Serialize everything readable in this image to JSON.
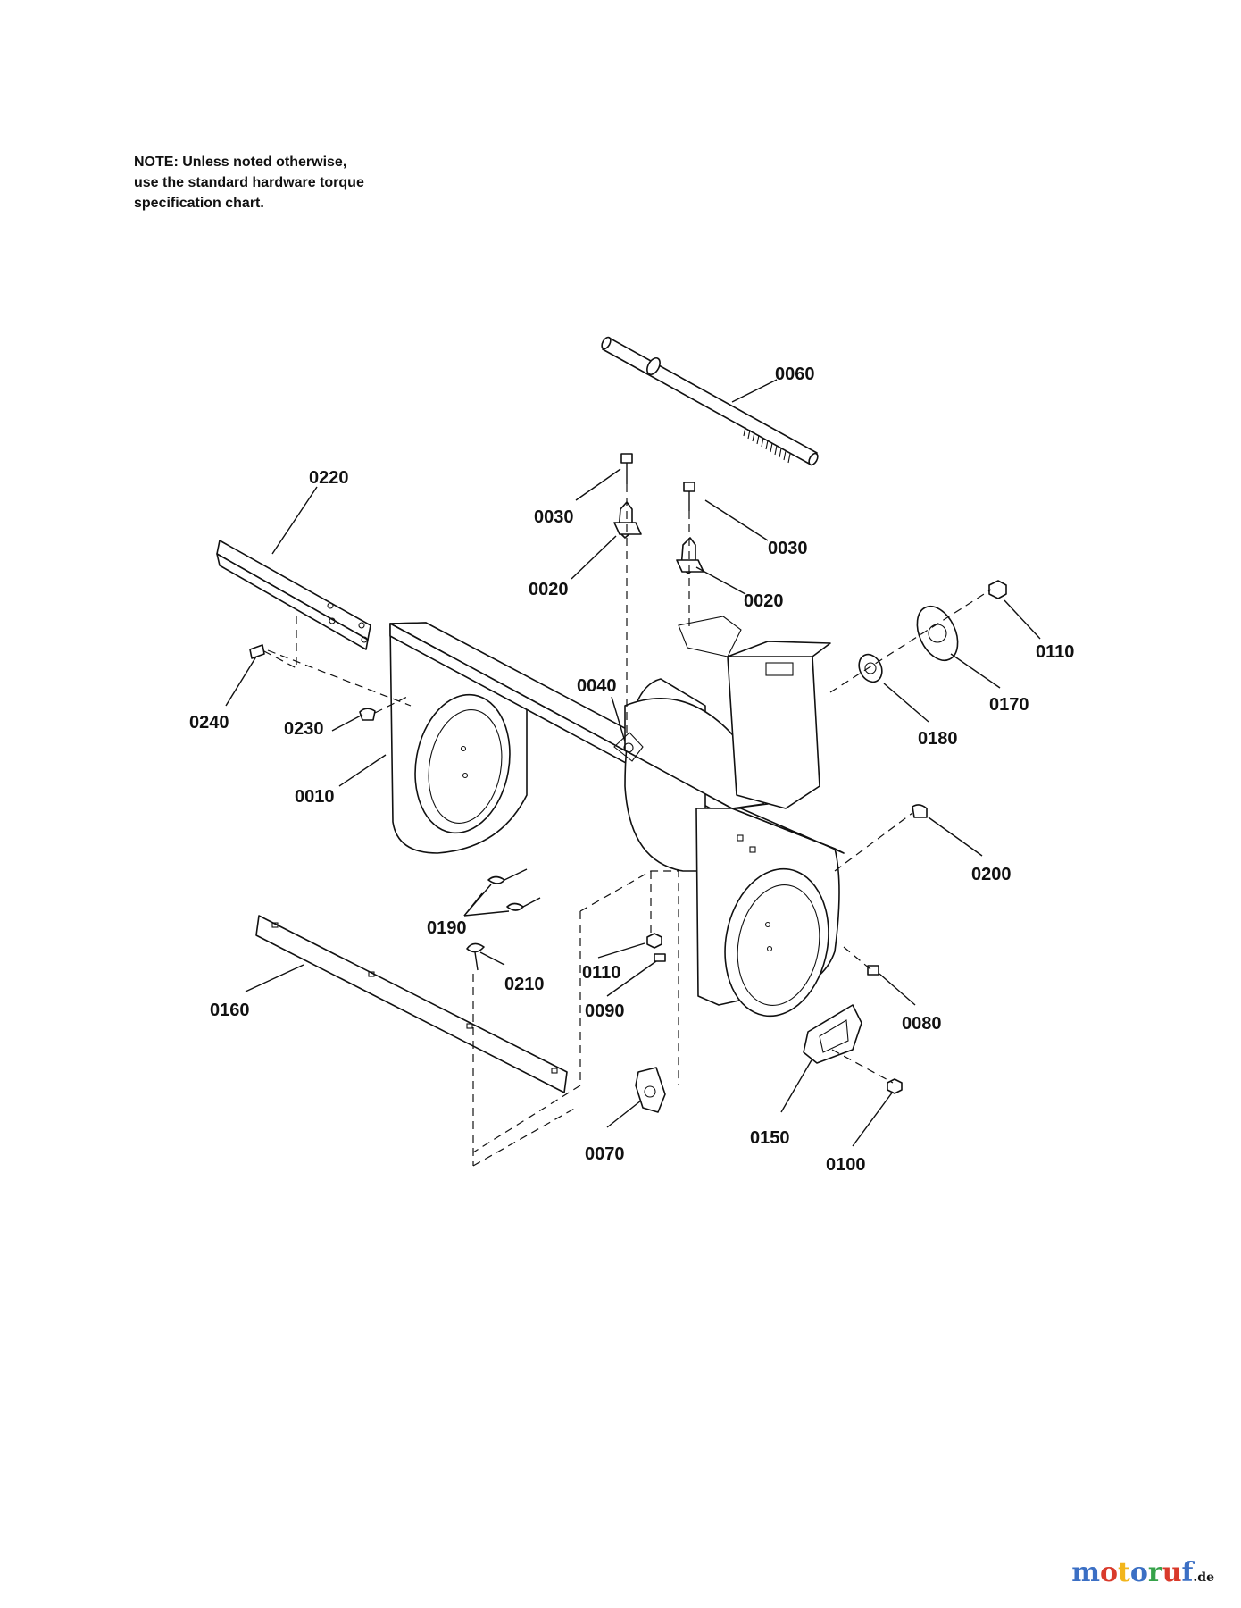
{
  "note": "NOTE: Unless noted otherwise,\nuse the standard hardware torque\nspecification chart.",
  "callouts": {
    "c0060": "0060",
    "c0220": "0220",
    "c0030a": "0030",
    "c0030b": "0030",
    "c0020a": "0020",
    "c0020b": "0020",
    "c0110a": "0110",
    "c0170": "0170",
    "c0180": "0180",
    "c0040": "0040",
    "c0240": "0240",
    "c0230": "0230",
    "c0010": "0010",
    "c0200": "0200",
    "c0190": "0190",
    "c0110b": "0110",
    "c0210": "0210",
    "c0090": "0090",
    "c0080": "0080",
    "c0160": "0160",
    "c0150": "0150",
    "c0100": "0100",
    "c0070": "0070"
  },
  "watermark": {
    "letters": [
      "m",
      "o",
      "t",
      "o",
      "r",
      "u",
      "f"
    ],
    "colors": [
      "#3b6fc4",
      "#d93a2b",
      "#f2b51c",
      "#3b6fc4",
      "#36a24a",
      "#d93a2b",
      "#3b6fc4"
    ],
    "tld": ".de"
  }
}
